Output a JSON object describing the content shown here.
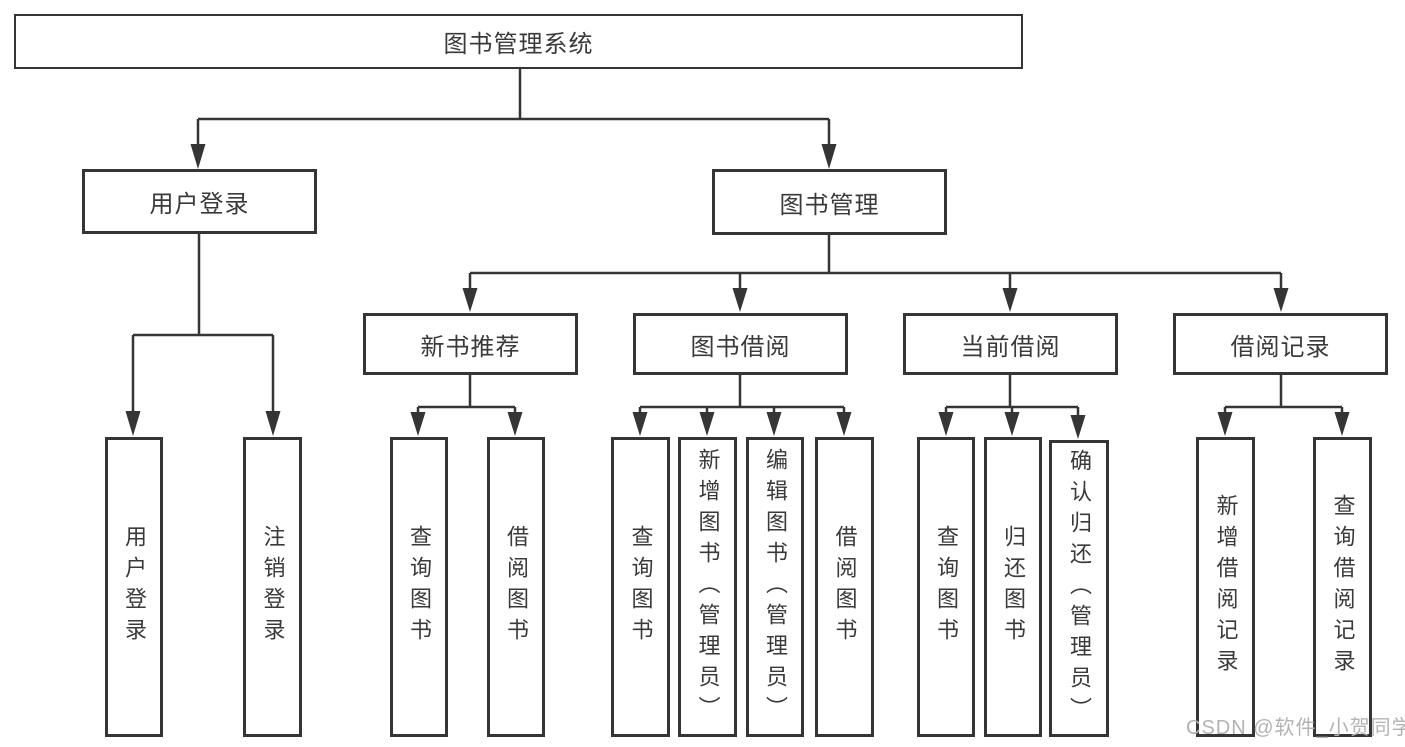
{
  "title": "图书管理系统",
  "branches": [
    {
      "label": "用户登录",
      "children": [
        {
          "label": "用户登录"
        },
        {
          "label": "注销登录"
        }
      ]
    },
    {
      "label": "图书管理",
      "sections": [
        {
          "label": "新书推荐",
          "children": [
            {
              "label": "查询图书"
            },
            {
              "label": "借阅图书"
            }
          ]
        },
        {
          "label": "图书借阅",
          "children": [
            {
              "label": "查询图书"
            },
            {
              "label": "新增图书（管理员）"
            },
            {
              "label": "编辑图书（管理员）"
            },
            {
              "label": "借阅图书"
            }
          ]
        },
        {
          "label": "当前借阅",
          "children": [
            {
              "label": "查询图书"
            },
            {
              "label": "归还图书"
            },
            {
              "label": "确认归还（管理员）"
            }
          ]
        },
        {
          "label": "借阅记录",
          "children": [
            {
              "label": "新增借阅记录"
            },
            {
              "label": "查询借阅记录"
            }
          ]
        }
      ]
    }
  ],
  "watermark": "CSDN @软件_小贺同学",
  "colors": {
    "line": "#353535",
    "text": "#3a3a3a",
    "watermark": "#b3b3b3",
    "background": "#ffffff"
  }
}
